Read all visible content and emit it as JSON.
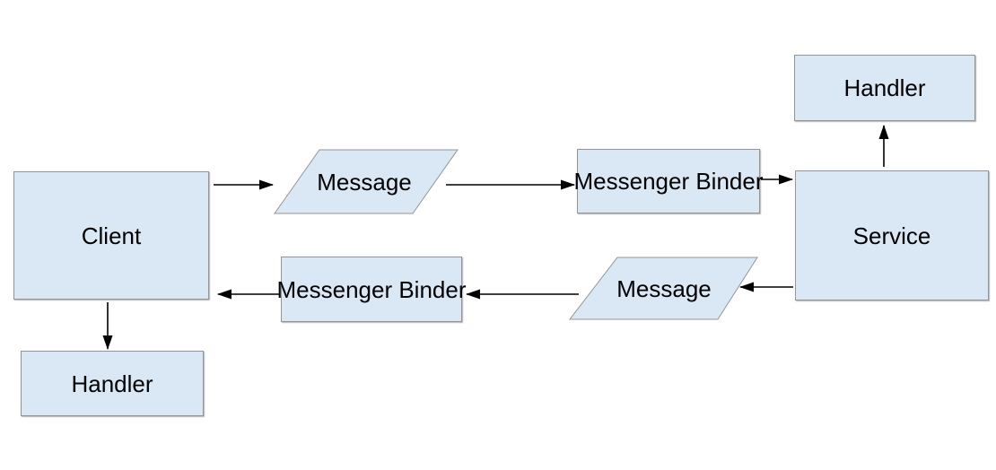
{
  "diagram": {
    "nodes": {
      "client": {
        "label": "Client",
        "shape": "rectangle"
      },
      "client_handler": {
        "label": "Handler",
        "shape": "rectangle"
      },
      "request_message": {
        "label": "Message",
        "shape": "parallelogram"
      },
      "request_binder": {
        "label": "Messenger Binder",
        "shape": "rectangle"
      },
      "service": {
        "label": "Service",
        "shape": "rectangle"
      },
      "service_handler": {
        "label": "Handler",
        "shape": "rectangle"
      },
      "response_message": {
        "label": "Message",
        "shape": "parallelogram"
      },
      "response_binder": {
        "label": "Messenger Binder",
        "shape": "rectangle"
      }
    },
    "edges": [
      {
        "from": "client",
        "to": "request_message"
      },
      {
        "from": "request_message",
        "to": "request_binder"
      },
      {
        "from": "request_binder",
        "to": "service"
      },
      {
        "from": "service",
        "to": "service_handler"
      },
      {
        "from": "service",
        "to": "response_message"
      },
      {
        "from": "response_message",
        "to": "response_binder"
      },
      {
        "from": "response_binder",
        "to": "client"
      },
      {
        "from": "client",
        "to": "client_handler"
      }
    ],
    "colors": {
      "shape_fill": "#dae8f5",
      "shape_border": "#949494",
      "arrow": "#000000",
      "label_text": "#000000",
      "background": "#ffffff"
    }
  }
}
